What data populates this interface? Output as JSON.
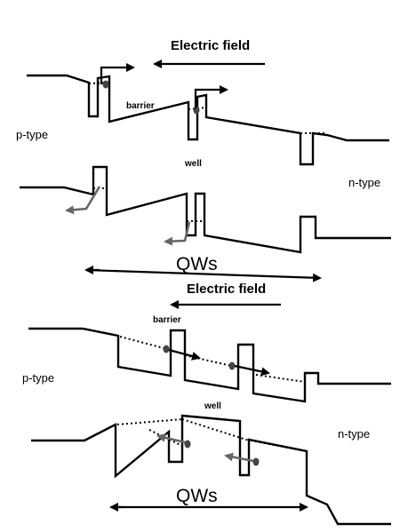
{
  "top": {
    "field_label": "Electric field",
    "barrier_label": "barrier",
    "well_label": "well",
    "p_label": "p-type",
    "n_label": "n-type",
    "qws_label": "QWs"
  },
  "bottom": {
    "field_label": "Electric field",
    "barrier_label": "barrier",
    "well_label": "well",
    "p_label": "p-type",
    "n_label": "n-type",
    "qws_label": "QWs"
  },
  "colors": {
    "line": "#000000",
    "hole_arrow": "#666666",
    "carrier_dot": "#444444"
  }
}
